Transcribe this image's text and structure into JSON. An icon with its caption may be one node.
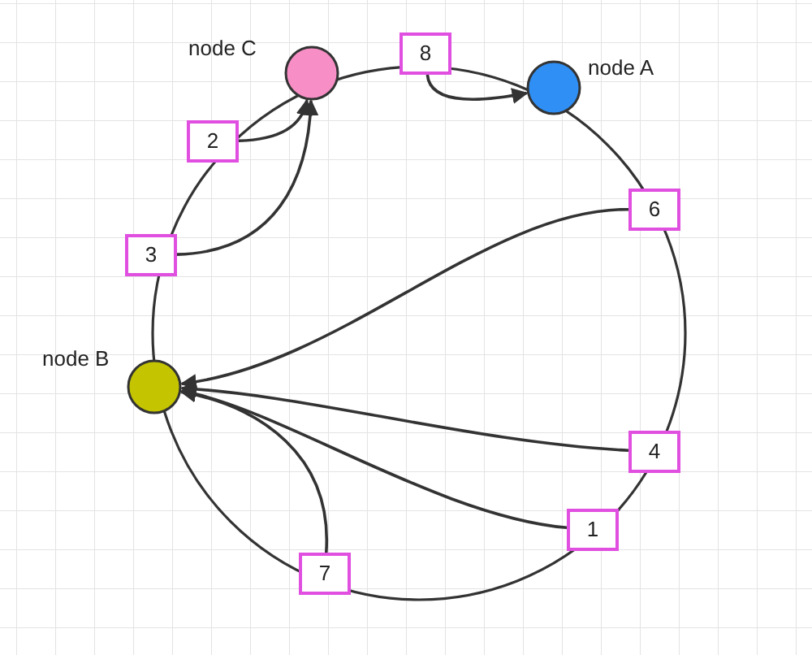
{
  "diagram": {
    "nodes": [
      {
        "text": [],
        "shape": "circle",
        "beside": [
          "node C"
        ]
      },
      {
        "text": [
          "8"
        ]
      },
      {
        "text": [],
        "shape": "circle",
        "beside": [
          "node A"
        ]
      },
      {
        "text": [
          "2"
        ]
      },
      {
        "text": [
          "6"
        ]
      },
      {
        "text": [
          "3"
        ]
      },
      {
        "text": [],
        "shape": "circle",
        "beside": [
          "node B"
        ]
      },
      {
        "text": [
          "4"
        ]
      },
      {
        "text": [
          "1"
        ]
      },
      {
        "text": [
          "7"
        ]
      }
    ],
    "edges": [
      {
        "from": 1,
        "to": 2,
        "arrow": "to"
      },
      {
        "from": 3,
        "to": 0,
        "arrow": "to"
      },
      {
        "from": 5,
        "to": 0,
        "arrow": "to"
      },
      {
        "from": 4,
        "to": 6,
        "arrow": "to"
      },
      {
        "from": 7,
        "to": 6,
        "arrow": "to"
      },
      {
        "from": 8,
        "to": 6,
        "arrow": "to"
      },
      {
        "from": 9,
        "to": 6,
        "arrow": "to"
      }
    ]
  }
}
